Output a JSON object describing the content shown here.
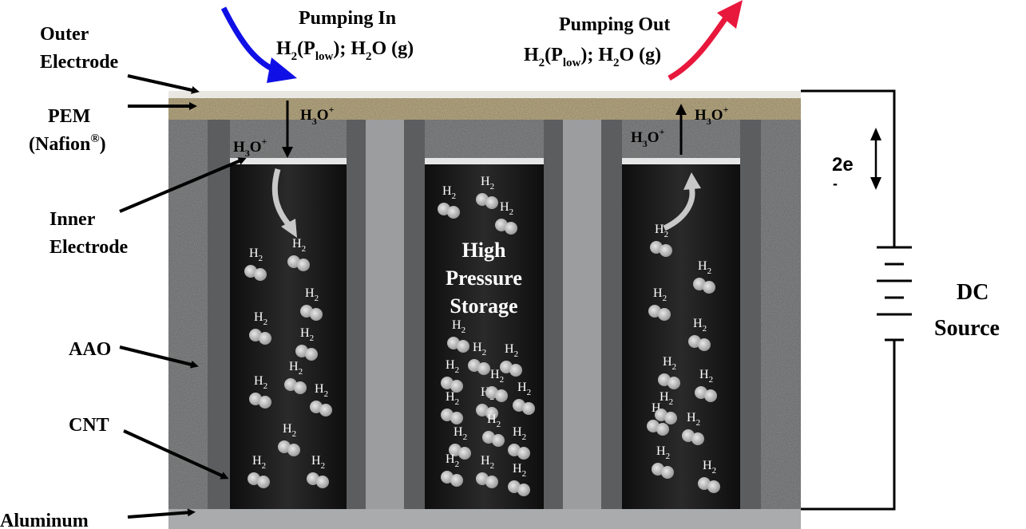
{
  "labels": {
    "outer_electrode": [
      "Outer",
      "Electrode"
    ],
    "pem": [
      "PEM",
      "(Nafion",
      "®",
      ")"
    ],
    "inner_electrode": [
      "Inner",
      "Electrode"
    ],
    "aao": "AAO",
    "cnt": "CNT",
    "aluminum": "Aluminum",
    "dc_source": [
      "DC",
      "Source"
    ],
    "electrons": "2e",
    "electrons_sup": "-"
  },
  "pumping_in": {
    "title": "Pumping In",
    "h": "H",
    "sub2": "2",
    "p_open": "(P",
    "p_sub": "low",
    "rest": "); H",
    "rest_sub": "2",
    "tail": "O (g)"
  },
  "pumping_out": {
    "title": "Pumping Out",
    "h": "H",
    "sub2": "2",
    "p_open": "(P",
    "p_sub": "low",
    "rest": "); H",
    "rest_sub": "2",
    "tail": "O (g)"
  },
  "hydronium": {
    "h": "H",
    "sub": "3",
    "o": "O",
    "sup": "+"
  },
  "storage_label": [
    "High",
    "Pressure",
    "Storage"
  ],
  "molecule": {
    "h": "H",
    "sub": "2"
  },
  "colors": {
    "pump_in_arrow": "#1010e6",
    "pump_out_arrow": "#e8183c",
    "pem": "#c8b88e",
    "aao": "#8f9091",
    "cnt_wall": "#5c5d5e",
    "channel": "#1c1c1c",
    "aluminum": "#aaabad"
  }
}
